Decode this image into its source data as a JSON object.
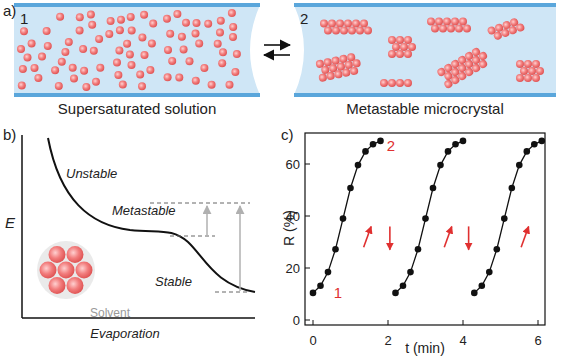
{
  "diagram": {
    "nodes": [
      {
        "text": [
          "1",
          "Supersaturated solution"
        ]
      },
      {
        "text": [
          "2",
          "Metastable microcrystal"
        ]
      }
    ],
    "edges": [
      {
        "from": 0,
        "to": 1,
        "arrow": "both"
      }
    ],
    "labels": [
      "a)",
      "b)",
      "c)",
      "E",
      "Unstable",
      "Metastable",
      "Stable",
      "Solvent",
      "Evaporation",
      "R (%)",
      "t (min)",
      "0",
      "20",
      "40",
      "60",
      "0",
      "2",
      "4",
      "6",
      "1",
      "2"
    ]
  }
}
